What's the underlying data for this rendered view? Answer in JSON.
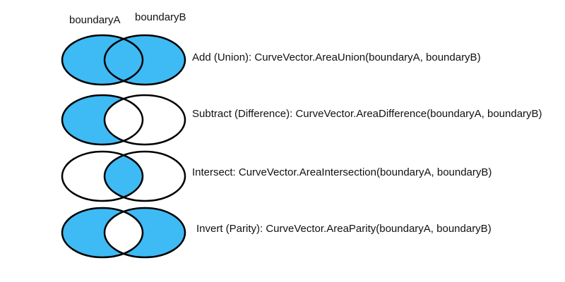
{
  "header": {
    "label_a": "boundaryA",
    "label_b": "boundaryB"
  },
  "colors": {
    "fill": "#3EBAF4",
    "stroke": "#000000",
    "background": "#FFFFFF"
  },
  "venn_geometry_note": "two overlapping ellipses per row",
  "rows": [
    {
      "op": "union",
      "label": "Add (Union): CurveVector.AreaUnion(boundaryA, boundaryB)"
    },
    {
      "op": "difference",
      "label": "Subtract (Difference): CurveVector.AreaDifference(boundaryA, boundaryB)"
    },
    {
      "op": "intersection",
      "label": "Intersect: CurveVector.AreaIntersection(boundaryA, boundaryB)"
    },
    {
      "op": "parity",
      "label": "Invert (Parity): CurveVector.AreaParity(boundaryA, boundaryB)"
    }
  ]
}
